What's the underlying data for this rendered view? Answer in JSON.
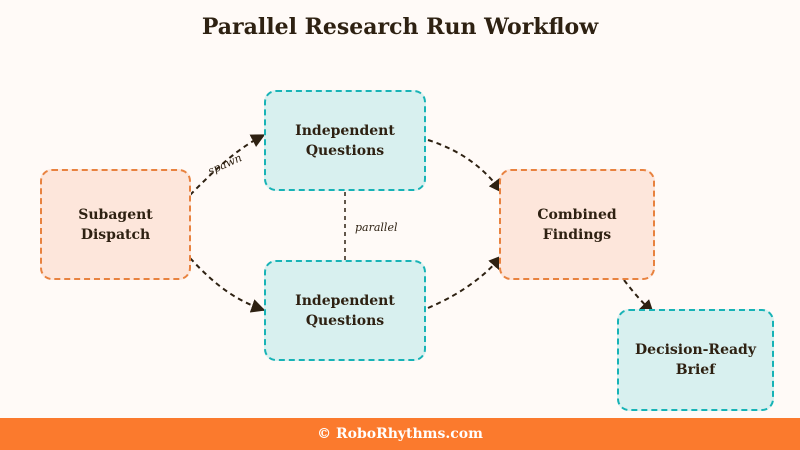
{
  "title": "Parallel Research Run Workflow",
  "nodes": {
    "dispatch": "Subagent\nDispatch",
    "q_top": "Independent\nQuestions",
    "q_bottom": "Independent\nQuestions",
    "combined": "Combined\nFindings",
    "brief": "Decision-Ready\nBrief"
  },
  "edge_labels": {
    "spawn": "spawn",
    "parallel": "parallel"
  },
  "colors": {
    "orange_fill": "#fde6db",
    "orange_border": "#e8823f",
    "teal_fill": "#d8f0ef",
    "teal_border": "#17b3b6",
    "footer": "#fb7a2d"
  },
  "footer": "© RoboRhythms.com"
}
